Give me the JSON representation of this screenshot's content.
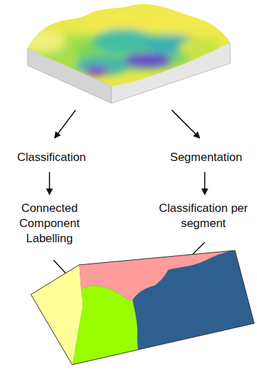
{
  "diagram": {
    "labels": [
      "Classification",
      "Segmentation",
      "Connected Component Labelling",
      "Classification per segment"
    ]
  }
}
